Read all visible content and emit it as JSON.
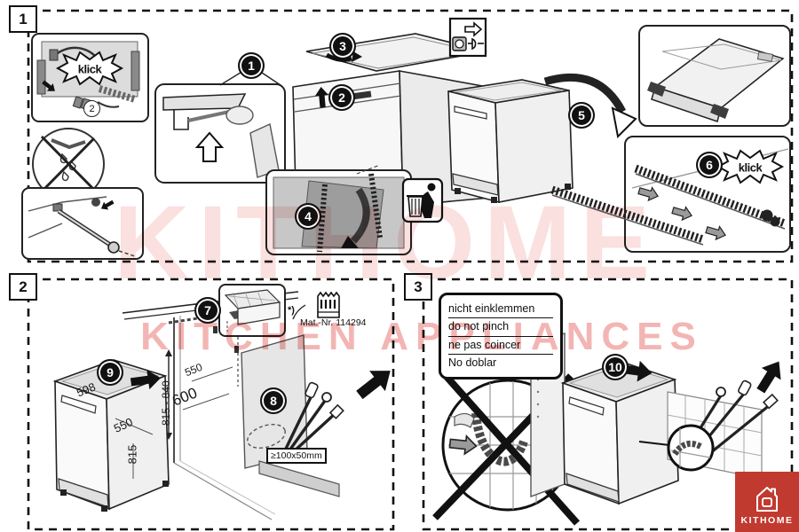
{
  "panels": [
    {
      "label": "1"
    },
    {
      "label": "2"
    },
    {
      "label": "3"
    }
  ],
  "steps": [
    "1",
    "2",
    "3",
    "4",
    "5",
    "6",
    "7",
    "8",
    "9",
    "10"
  ],
  "annotations": {
    "klick_top": "klick",
    "klick_bottom": "klick",
    "circled_step": "2",
    "asterisk_note": "*)",
    "mat_nr": "Mat.-Nr. 114294",
    "opening_size": "≥100x50mm"
  },
  "measurements": {
    "width_top": "598",
    "depth_side": "550",
    "height_front": "815",
    "niche_height": "815 - 840",
    "niche_depth": "550",
    "niche_width": "600"
  },
  "warning_box": {
    "lines": [
      "nicht einklemmen",
      "do not pinch",
      "ne pas coincer",
      "No doblar"
    ]
  },
  "watermark": {
    "title": "KITHOME",
    "subtitle": "KITCHEN APPLIANCES"
  },
  "logo": {
    "brand": "KITHOME"
  },
  "colors": {
    "accent_red": "#c13a30",
    "watermark_pink": "#e14641",
    "line": "#111111"
  }
}
